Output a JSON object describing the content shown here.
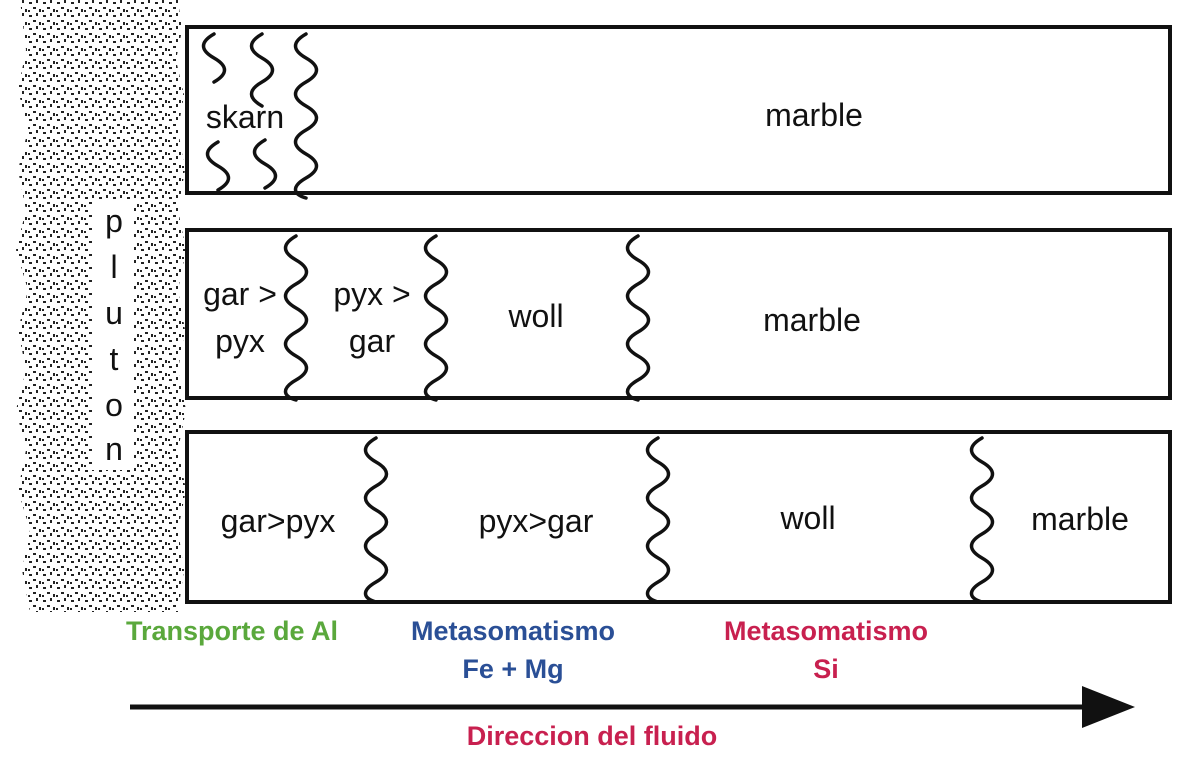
{
  "pluton_label": [
    "p",
    "l",
    "u",
    "t",
    "o",
    "n"
  ],
  "rows": [
    {
      "skarn": "skarn",
      "marble": "marble"
    },
    {
      "zone1": [
        "gar >",
        "pyx"
      ],
      "zone2": [
        "pyx >",
        "gar"
      ],
      "zone3": "woll",
      "zone4": "marble"
    },
    {
      "zone1": "gar>pyx",
      "zone2": "pyx>gar",
      "zone3": "woll",
      "zone4": "marble"
    }
  ],
  "legend": {
    "al": "Transporte de Al",
    "femg": [
      "Metasomatismo",
      "Fe + Mg"
    ],
    "si": [
      "Metasomatismo",
      "Si"
    ],
    "arrow_label": "Direccion del fluido"
  },
  "colors": {
    "al": "#5aa83c",
    "femg": "#2a4f96",
    "si": "#c8204f",
    "line": "#111111"
  }
}
